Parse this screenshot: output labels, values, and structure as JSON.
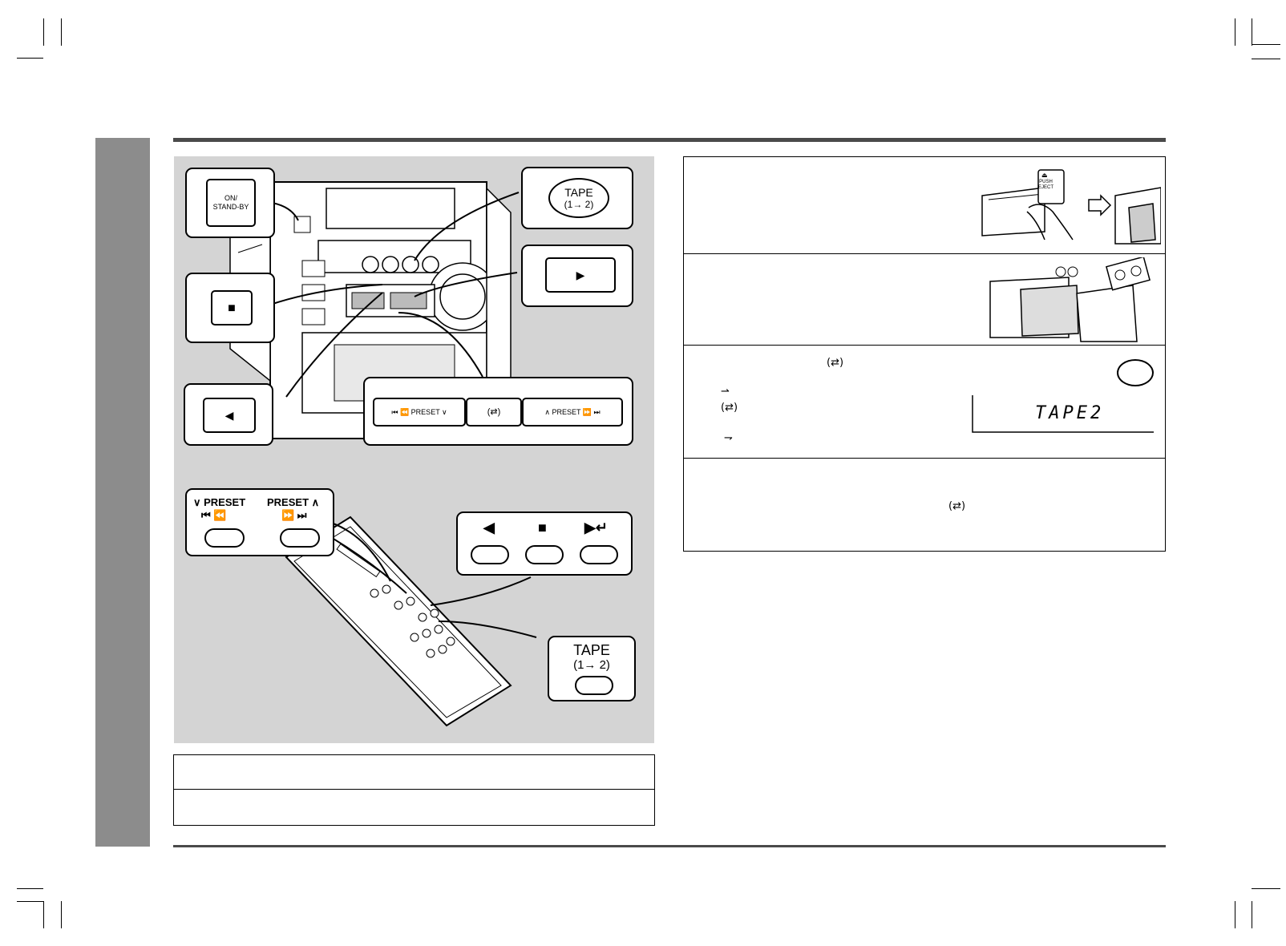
{
  "unit_keys": {
    "on_standby": "ON/\nSTAND-BY",
    "tape": "TAPE",
    "tape_sub": "(1→ 2)",
    "stop_symbol": "■",
    "play_symbol": "▶",
    "reverse_symbol": "◀",
    "rewind_preset": "⏮ ⏪  PRESET ∨",
    "mode_symbol": "(⇄)",
    "preset_forward": "∧ PRESET  ⏩ ⏭"
  },
  "remote_keys": {
    "preset_down": "∨ PRESET",
    "preset_down_icons": "⏮ ⏪",
    "preset_up": "PRESET ∧",
    "preset_up_icons": "⏩ ⏭",
    "reverse_symbol": "◀",
    "stop_symbol": "■",
    "play_symbol": "▶↵",
    "tape": "TAPE",
    "tape_sub": "(1→ 2)"
  },
  "step1": {
    "push_eject": "PUSH\nEJECT",
    "eject_symbol": "⏏"
  },
  "step3": {
    "mode_symbol": "(⇄)",
    "one_way_symbol": "⇀",
    "two_way_symbol": "(⇄)",
    "three_symbol": "⇁",
    "display_text": "TAPE2"
  },
  "step4": {
    "mode_symbol": "(⇄)"
  },
  "colors": {
    "sidebar": "#8c8c8c",
    "illustration_bg": "#d4d4d4",
    "rule": "#4a4a4a"
  }
}
